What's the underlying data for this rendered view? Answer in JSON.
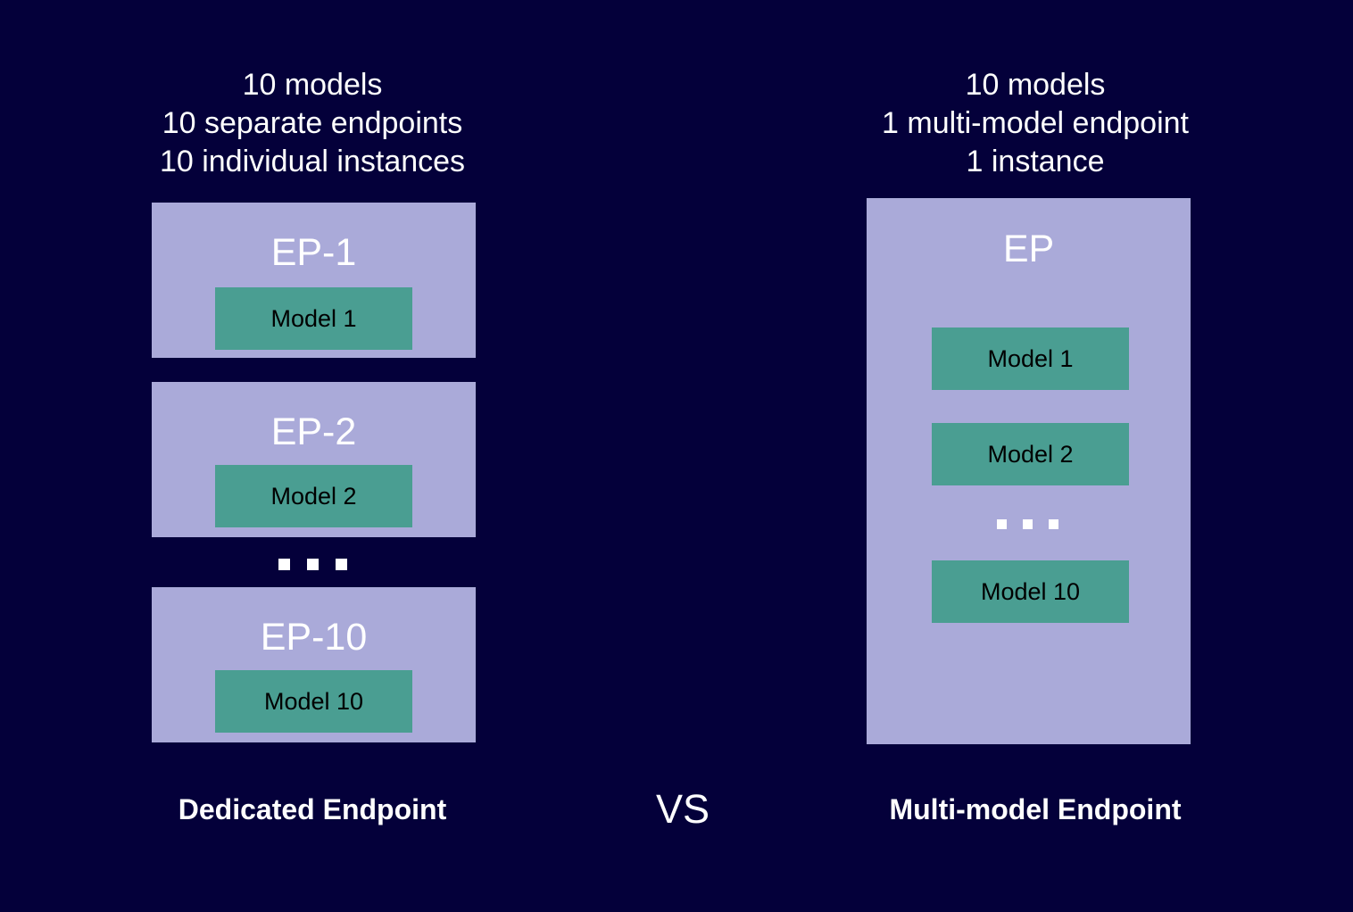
{
  "background_color": "#04003a",
  "palette": {
    "background": "#04003a",
    "endpoint_box": "#aaaad9",
    "model_box": "#4a9e92",
    "endpoint_label_text": "#ffffff",
    "model_label_text": "#000000",
    "caption_text": "#ffffff"
  },
  "left": {
    "header_lines": [
      "10 models",
      "10 separate endpoints",
      "10 individual instances"
    ],
    "caption": "Dedicated Endpoint",
    "endpoints": [
      {
        "title": "EP-1",
        "model": "Model 1"
      },
      {
        "title": "EP-2",
        "model": "Model 2"
      },
      {
        "title": "EP-10",
        "model": "Model 10"
      }
    ],
    "ellipsis": "•••"
  },
  "center": {
    "vs_label": "VS"
  },
  "right": {
    "header_lines": [
      "10 models",
      "1 multi-model endpoint",
      "1 instance"
    ],
    "caption": "Multi-model Endpoint",
    "endpoint": {
      "title": "EP",
      "models": [
        {
          "label": "Model 1"
        },
        {
          "label": "Model 2"
        },
        {
          "label": "Model 10"
        }
      ],
      "ellipsis": "•••"
    }
  }
}
